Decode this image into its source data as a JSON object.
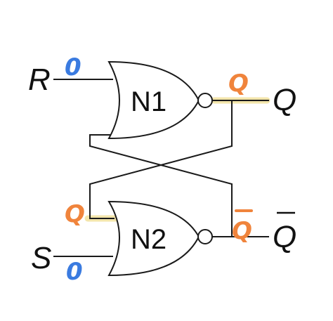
{
  "colors": {
    "annotation_orange": "#f0843c",
    "annotation_blue": "#3a7be0",
    "wire": "#1a1a1a",
    "highlight": "#f2e4a6"
  },
  "gates": {
    "n1": {
      "label": "N1"
    },
    "n2": {
      "label": "N2"
    }
  },
  "signals": {
    "r": "R",
    "s": "S",
    "q": "Q",
    "q_bar": "Q"
  },
  "annotations": {
    "r_value": "0",
    "s_value": "0",
    "n1_output": "Q",
    "n2_input_feedback": "Q",
    "n2_output": "Q"
  }
}
